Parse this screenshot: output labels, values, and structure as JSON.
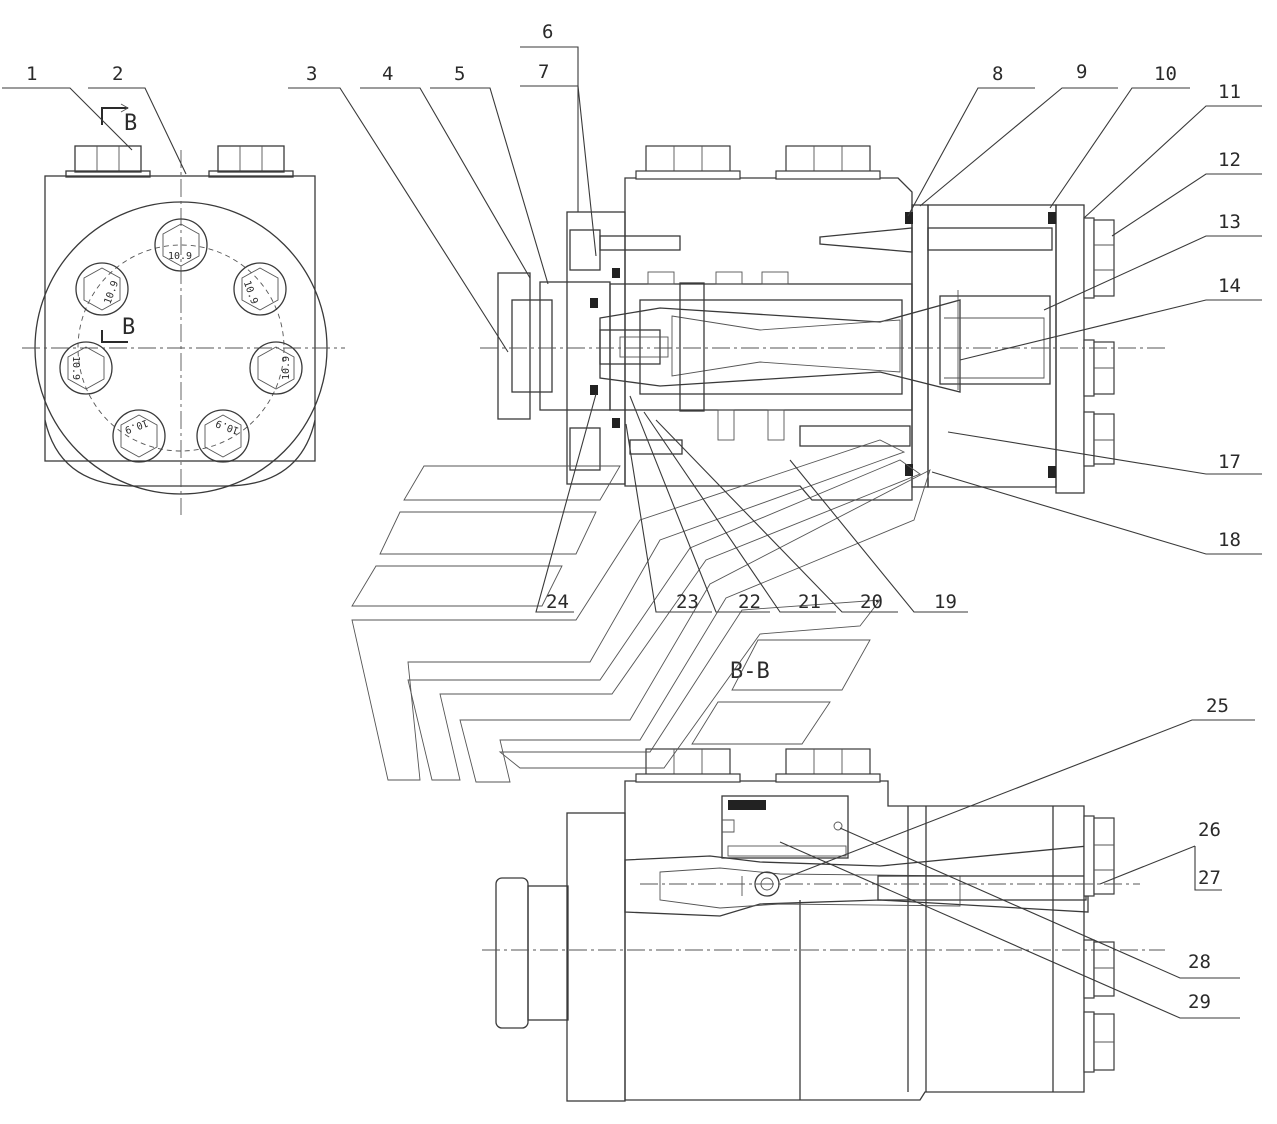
{
  "section_label": "B-B",
  "cut_marks": [
    "B",
    "B"
  ],
  "bolt_grade": "10.9",
  "callouts": [
    "1",
    "2",
    "3",
    "4",
    "5",
    "6",
    "7",
    "8",
    "9",
    "10",
    "11",
    "12",
    "13",
    "14",
    "17",
    "18",
    "19",
    "20",
    "21",
    "22",
    "23",
    "24",
    "25",
    "26",
    "27",
    "28",
    "29"
  ],
  "nameplate": {
    "marking": ""
  }
}
